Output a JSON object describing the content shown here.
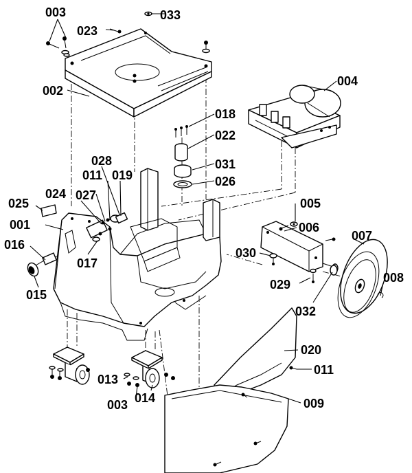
{
  "labels": {
    "l003a": "003",
    "l033": "033",
    "l023": "023",
    "l002": "002",
    "l004": "004",
    "l018": "018",
    "l022": "022",
    "l031": "031",
    "l026": "026",
    "l028": "028",
    "l011a": "011",
    "l019": "019",
    "l024": "024",
    "l027": "027",
    "l025": "025",
    "l001": "001",
    "l016": "016",
    "l017": "017",
    "l015": "015",
    "l005": "005",
    "l006": "006",
    "l007": "007",
    "l030": "030",
    "l029": "029",
    "l008": "008",
    "l032": "032",
    "l020": "020",
    "l011b": "011",
    "l013": "013",
    "l003b": "003",
    "l014": "014",
    "l009": "009"
  }
}
